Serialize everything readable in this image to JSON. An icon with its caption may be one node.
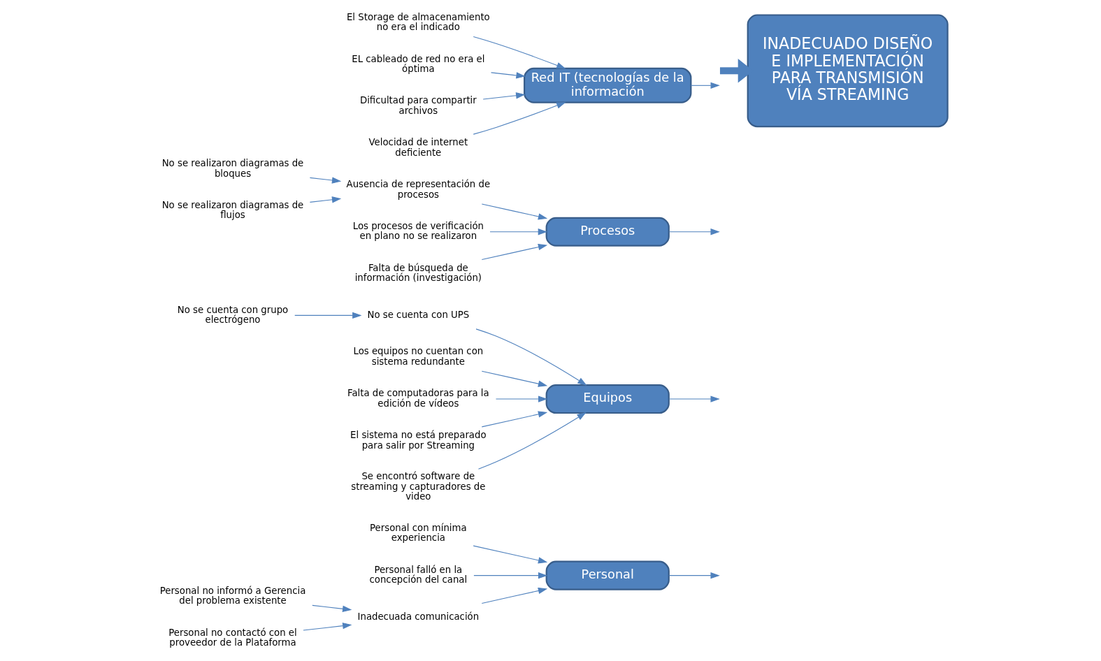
{
  "diagram": {
    "nodes": [
      {
        "text": [
          "Personal"
        ]
      },
      {
        "text": [
          "Equipos"
        ]
      },
      {
        "text": [
          "Procesos"
        ]
      },
      {
        "text": [
          "Red IT (tecnologías de la información"
        ]
      },
      {
        "text": [
          "INADECUADO DISEÑO E IMPLEMENTACIÓN PARA TRANSMISIÓN VÍA STREAMING"
        ]
      },
      {
        "text": [
          "Personal no informó a Gerencia del problema existente"
        ]
      },
      {
        "text": [
          "Personal con mínima experiencia"
        ]
      },
      {
        "text": [
          "Personal falló en la concepción del canal"
        ]
      },
      {
        "text": [
          "Inadecuada comunicación"
        ]
      },
      {
        "text": [
          "Personal no contactó con el proveedor de la Plataforma"
        ]
      },
      {
        "text": [
          "No se cuenta con grupo electrógeno"
        ]
      },
      {
        "text": [
          "No se cuenta con UPS"
        ]
      },
      {
        "text": [
          "Los equipos no cuentan con sistema redundante"
        ]
      },
      {
        "text": [
          "Falta de computadoras para la edición de vídeos"
        ]
      },
      {
        "text": [
          "El sistema no está preparado para salir por Streaming"
        ]
      },
      {
        "text": [
          "Se encontró software de streaming y capturadores de video"
        ]
      },
      {
        "text": [
          "No se realizaron diagramas de bloques"
        ]
      },
      {
        "text": [
          "Ausencia de representación de procesos"
        ]
      },
      {
        "text": [
          "No se realizaron diagramas de flujos"
        ]
      },
      {
        "text": [
          "Los procesos de verificación en plano no se realizaron"
        ]
      },
      {
        "text": [
          "Falta de búsqueda de información (investigación)"
        ]
      },
      {
        "text": [
          "El Storage de almacenamiento no era el indicado"
        ]
      },
      {
        "text": [
          "EL cableado de red no era el óptima"
        ]
      },
      {
        "text": [
          "Dificultad para compartir archivos"
        ]
      },
      {
        "text": [
          "Velocidad de internet deficiente"
        ]
      }
    ],
    "edges": [
      {
        "from": null,
        "to": 4,
        "arrow": "to",
        "style": "thick"
      },
      {
        "from": 0,
        "to": null,
        "arrow": "to"
      },
      {
        "from": 1,
        "to": null,
        "arrow": "to"
      },
      {
        "from": 2,
        "to": null,
        "arrow": "to"
      },
      {
        "from": 3,
        "to": null,
        "arrow": "to"
      },
      {
        "from": 5,
        "to": 8,
        "arrow": "to"
      },
      {
        "from": 9,
        "to": 8,
        "arrow": "to"
      },
      {
        "from": 8,
        "to": 0,
        "arrow": "to"
      },
      {
        "from": 6,
        "to": 0,
        "arrow": "to"
      },
      {
        "from": 7,
        "to": 0,
        "arrow": "to"
      },
      {
        "from": 10,
        "to": 11,
        "arrow": "to"
      },
      {
        "from": 11,
        "to": 1,
        "arrow": "to"
      },
      {
        "from": 12,
        "to": 1,
        "arrow": "to"
      },
      {
        "from": 13,
        "to": 1,
        "arrow": "to"
      },
      {
        "from": 14,
        "to": 1,
        "arrow": "to"
      },
      {
        "from": 15,
        "to": 1,
        "arrow": "to"
      },
      {
        "from": 16,
        "to": 17,
        "arrow": "to"
      },
      {
        "from": 18,
        "to": 17,
        "arrow": "to"
      },
      {
        "from": 17,
        "to": 2,
        "arrow": "to"
      },
      {
        "from": 19,
        "to": 2,
        "arrow": "to"
      },
      {
        "from": 20,
        "to": 2,
        "arrow": "to"
      },
      {
        "from": 21,
        "to": 3,
        "arrow": "to"
      },
      {
        "from": 22,
        "to": 3,
        "arrow": "to"
      },
      {
        "from": 23,
        "to": 3,
        "arrow": "to"
      },
      {
        "from": 24,
        "to": 3,
        "arrow": "to"
      }
    ]
  }
}
